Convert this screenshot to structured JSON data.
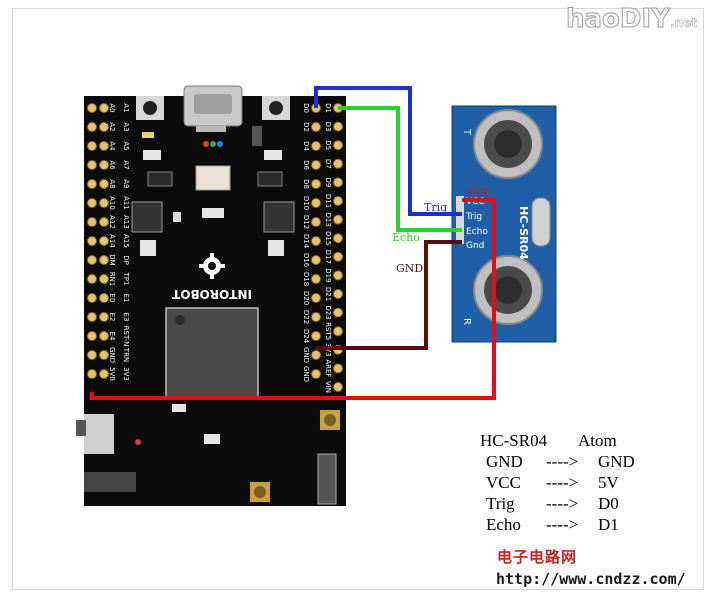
{
  "logo": {
    "main": "haoDIY",
    "suffix": ".net"
  },
  "board": {
    "brand": "INTOROBOT",
    "left_outer_pins": [
      "A0",
      "A2",
      "A4",
      "A6",
      "A8",
      "A10",
      "A12",
      "A14",
      "DM",
      "RN1",
      "E0",
      "E2",
      "E4",
      "GND",
      "5V0"
    ],
    "left_inner_pins": [
      "A1",
      "A3",
      "A5",
      "A7",
      "A9",
      "A11",
      "A13",
      "A15",
      "DP",
      "TP1",
      "E1",
      "E3",
      "RST-N",
      "TRN",
      "3V3"
    ],
    "right_inner_pins": [
      "D0",
      "D2",
      "D4",
      "D6",
      "D8",
      "D10",
      "D12",
      "D14",
      "D16",
      "D18",
      "D20",
      "D22",
      "D24",
      "GND",
      "GND"
    ],
    "right_outer_pins": [
      "D1",
      "D3",
      "D5",
      "D7",
      "D9",
      "D11",
      "D13",
      "D15",
      "D17",
      "D19",
      "D21",
      "D23",
      "RST5",
      "3V3",
      "AREF",
      "VIN"
    ]
  },
  "sensor": {
    "name": "HC-SR04",
    "pins": [
      "VCC",
      "Trig",
      "Echo",
      "Gnd"
    ],
    "corner_left": "T",
    "corner_right": "R"
  },
  "wires": {
    "trig_label": "Trig",
    "vcc_label": "VCC",
    "echo_label": "Echo",
    "gnd_label": "GND",
    "colors": {
      "trig": "#1b2fd6",
      "echo": "#22d622",
      "gnd": "#5a0d0d",
      "vcc": "#e01010"
    }
  },
  "legend": {
    "header": [
      "HC-SR04",
      "Atom"
    ],
    "rows": [
      {
        "from": "GND",
        "arrow": "---->",
        "to": "GND"
      },
      {
        "from": "VCC",
        "arrow": "---->",
        "to": "5V"
      },
      {
        "from": "Trig",
        "arrow": "---->",
        "to": "D0"
      },
      {
        "from": "Echo",
        "arrow": "---->",
        "to": "D1"
      }
    ]
  },
  "watermark": {
    "site_cn": "电子电路网",
    "url": "http://www.cndzz.com/"
  }
}
